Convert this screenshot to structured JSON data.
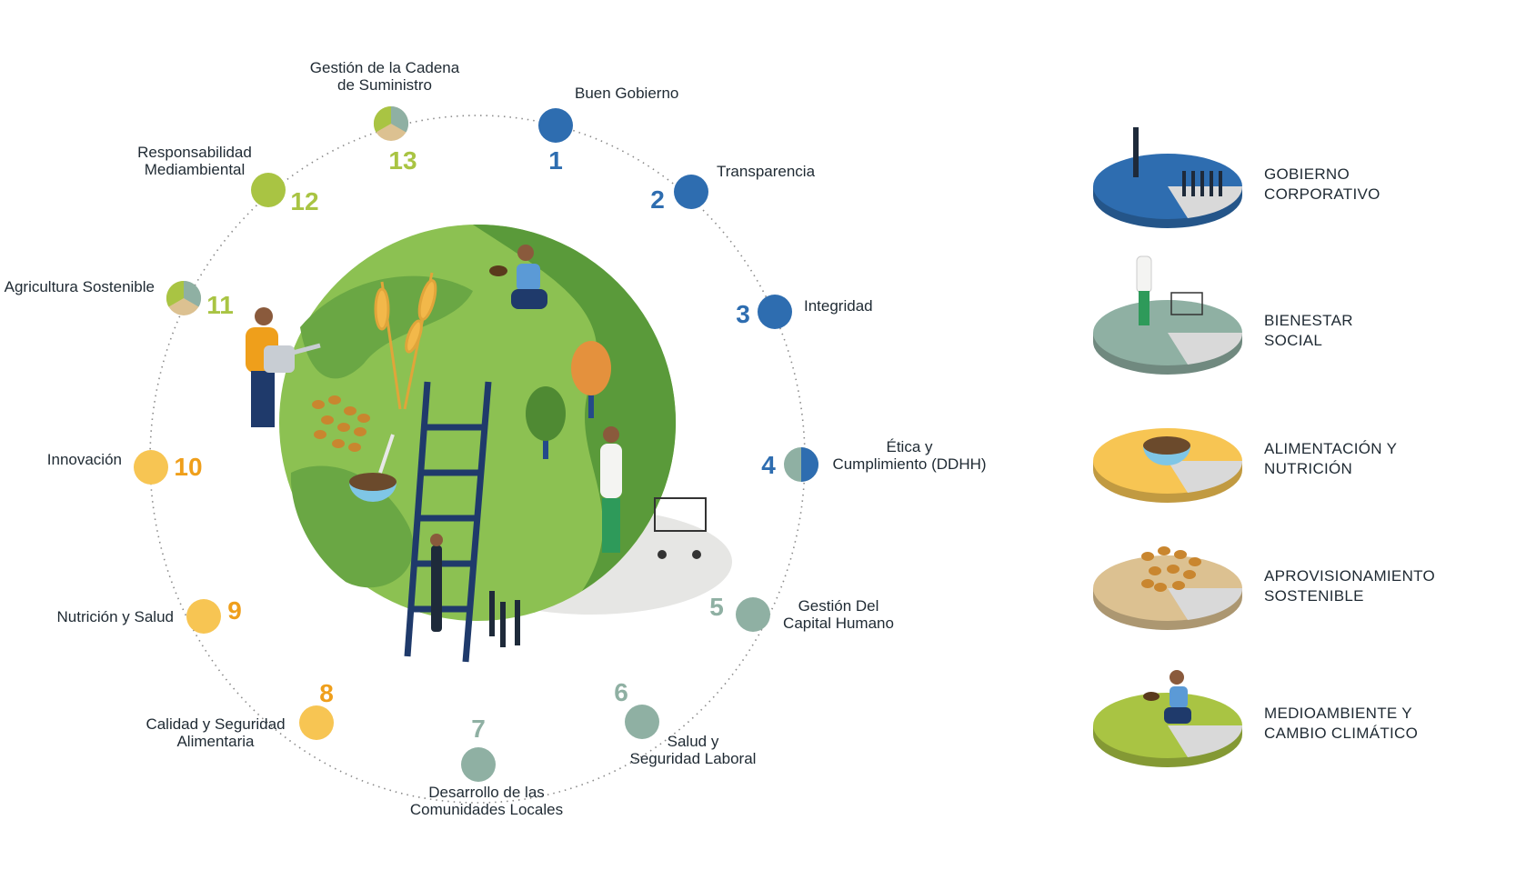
{
  "colors": {
    "gobierno": "#2e6db0",
    "social": "#8fb0a3",
    "alimentacion": "#f7c553",
    "aprovisionamiento": "#dcc191",
    "medioambiente": "#a9c443",
    "numero_alimentacion": "#ef9f1b",
    "globe_light": "#8cc152",
    "globe_dark": "#5a9a3a",
    "pie_slice": "#d9d9d9",
    "dots": "#7d7d7d"
  },
  "topics": [
    {
      "id": 1,
      "number": "1",
      "label": [
        "Buen Gobierno"
      ],
      "group": "gobierno"
    },
    {
      "id": 2,
      "number": "2",
      "label": [
        "Transparencia"
      ],
      "group": "gobierno"
    },
    {
      "id": 3,
      "number": "3",
      "label": [
        "Integridad"
      ],
      "group": "gobierno"
    },
    {
      "id": 4,
      "number": "4",
      "label": [
        "Ética y",
        "Cumplimiento (DDHH)"
      ],
      "group": "gobierno-social"
    },
    {
      "id": 5,
      "number": "5",
      "label": [
        "Gestión Del",
        "Capital Humano"
      ],
      "group": "social"
    },
    {
      "id": 6,
      "number": "6",
      "label": [
        "Salud y",
        "Seguridad Laboral"
      ],
      "group": "social"
    },
    {
      "id": 7,
      "number": "7",
      "label": [
        "Desarrollo de las",
        "Comunidades Locales"
      ],
      "group": "social"
    },
    {
      "id": 8,
      "number": "8",
      "label": [
        "Calidad y Seguridad",
        "Alimentaria"
      ],
      "group": "alimentacion"
    },
    {
      "id": 9,
      "number": "9",
      "label": [
        "Nutrición y Salud"
      ],
      "group": "alimentacion"
    },
    {
      "id": 10,
      "number": "10",
      "label": [
        "Innovación"
      ],
      "group": "alimentacion"
    },
    {
      "id": 11,
      "number": "11",
      "label": [
        "Agricultura Sostenible"
      ],
      "group": "mixed"
    },
    {
      "id": 12,
      "number": "12",
      "label": [
        "Responsabilidad",
        "Mediambiental"
      ],
      "group": "medioambiente"
    },
    {
      "id": 13,
      "number": "13",
      "label": [
        "Gestión de la Cadena",
        "de Suministro"
      ],
      "group": "mixed"
    }
  ],
  "legend": [
    {
      "key": "gobierno",
      "label": [
        "GOBIERNO",
        "CORPORATIVO"
      ]
    },
    {
      "key": "social",
      "label": [
        "BIENESTAR",
        "SOCIAL"
      ]
    },
    {
      "key": "alimentacion",
      "label": [
        "ALIMENTACIÓN Y",
        "NUTRICIÓN"
      ]
    },
    {
      "key": "aprovisionamiento",
      "label": [
        "APROVISIONAMIENTO",
        "SOSTENIBLE"
      ]
    },
    {
      "key": "medioambiente",
      "label": [
        "MEDIOAMBIENTE Y",
        "CAMBIO CLIMÁTICO"
      ]
    }
  ]
}
